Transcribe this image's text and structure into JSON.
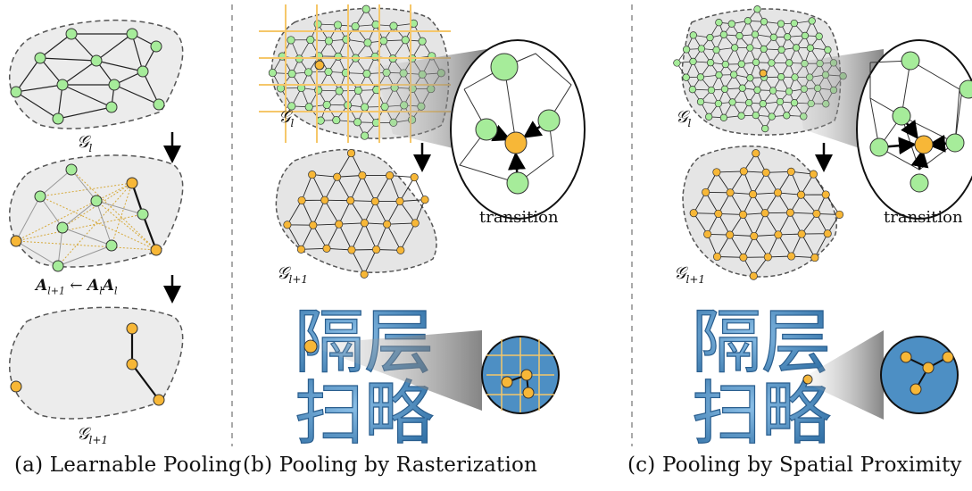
{
  "captions": {
    "a": "(a) Learnable Pooling",
    "b": "(b) Pooling by Rasterization",
    "c": "(c) Pooling by Spatial Proximity"
  },
  "graph_labels": {
    "g_main": "𝒢",
    "sub_l": "l",
    "sub_l1": "l+1"
  },
  "formula": {
    "lhs": "A",
    "lhs_sub": "l+1",
    "arrow": " ← ",
    "r1": "A",
    "r1_sub": "l",
    "r2": "A",
    "r2_sub": "l"
  },
  "transition_label": "transition",
  "calligraphy_text": "隔层扫略",
  "colors": {
    "node_green": "#a6ec9a",
    "node_orange": "#f7b737",
    "region_fill": "#ececec",
    "grid_line": "#f5c76a",
    "mesh_blue": "#4d8fc4"
  }
}
